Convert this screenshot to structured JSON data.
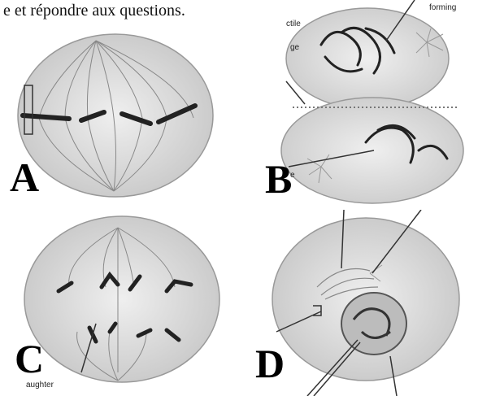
{
  "header": {
    "title_fragment": "e et répondre aux questions."
  },
  "panels": {
    "A": {
      "letter": "A"
    },
    "B": {
      "letter": "B",
      "label_contractile": "ctile",
      "label_ge": "ge",
      "label_forming": "forming",
      "label_side": "e"
    },
    "C": {
      "letter": "C",
      "label_daughter": "aughter"
    },
    "D": {
      "letter": "D"
    }
  },
  "colors": {
    "cell_fill": "#d9d9d9",
    "cell_stroke": "#888888",
    "chromosome": "#222222",
    "text": "#000000"
  }
}
